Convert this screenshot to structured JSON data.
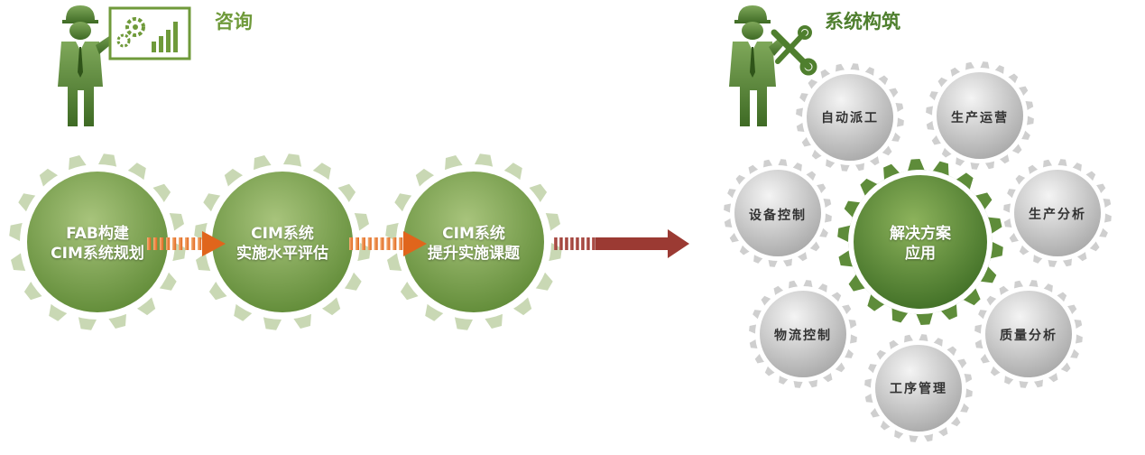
{
  "consulting": {
    "title": "咨询",
    "steps": [
      {
        "line1": "FAB构建",
        "line2": "CIM系统规划"
      },
      {
        "line1": "CIM系统",
        "line2": "实施水平评估"
      },
      {
        "line1": "CIM系统",
        "line2": "提升实施课题"
      }
    ]
  },
  "system": {
    "title": "系统构筑",
    "center": {
      "line1": "解决方案",
      "line2": "应用"
    },
    "modules": [
      "自动派工",
      "生产运营",
      "设备控制",
      "生产分析",
      "物流控制",
      "质量分析",
      "工序管理"
    ]
  },
  "colors": {
    "green_light": "#a9c38a",
    "green_dark": "#5e8c3a",
    "arrow_orange": "#e8792a",
    "arrow_red": "#9b3a33",
    "grey_gear": "#bdbdbd"
  }
}
